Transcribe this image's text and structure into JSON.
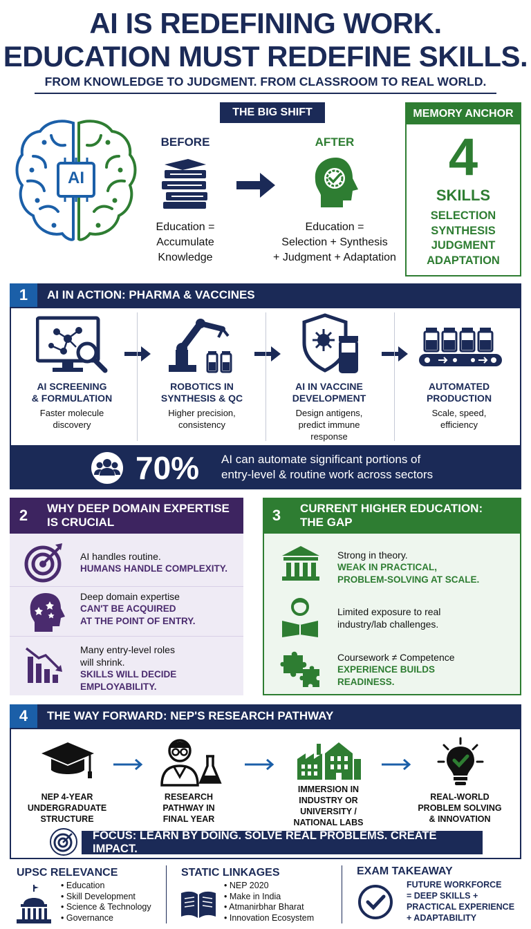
{
  "header": {
    "title_line1": "AI IS REDEFINING WORK.",
    "title_line2": "EDUCATION MUST REDEFINE SKILLS.",
    "subtitle": "FROM KNOWLEDGE TO JUDGMENT. FROM CLASSROOM TO REAL WORLD."
  },
  "big_shift": {
    "label": "THE BIG SHIFT",
    "brain_label": "AI",
    "before": {
      "heading": "BEFORE",
      "text_lines": [
        "Education =",
        "Accumulate",
        "Knowledge"
      ]
    },
    "after": {
      "heading": "AFTER",
      "text_lines": [
        "Education =",
        "Selection + Synthesis",
        "+ Judgment + Adaptation"
      ]
    }
  },
  "memory_anchor": {
    "label": "MEMORY ANCHOR",
    "number": "4",
    "skills_label": "SKILLS",
    "items": [
      "SELECTION",
      "SYNTHESIS",
      "JUDGMENT",
      "ADAPTATION"
    ]
  },
  "section1": {
    "number": "1",
    "title": "AI IN ACTION: PHARMA & VACCINES",
    "steps": [
      {
        "title_lines": [
          "AI SCREENING",
          "& FORMULATION"
        ],
        "desc_lines": [
          "Faster molecule",
          "discovery"
        ]
      },
      {
        "title_lines": [
          "ROBOTICS IN",
          "SYNTHESIS & QC"
        ],
        "desc_lines": [
          "Higher precision,",
          "consistency"
        ]
      },
      {
        "title_lines": [
          "AI IN VACCINE",
          "DEVELOPMENT"
        ],
        "desc_lines": [
          "Design antigens,",
          "predict immune",
          "response"
        ]
      },
      {
        "title_lines": [
          "AUTOMATED",
          "PRODUCTION"
        ],
        "desc_lines": [
          "Scale, speed,",
          "efficiency"
        ]
      }
    ],
    "stat": {
      "value": "70%",
      "text_lines": [
        "AI can automate significant portions of",
        "entry-level & routine work across sectors"
      ]
    }
  },
  "section2": {
    "number": "2",
    "title_lines": [
      "WHY DEEP DOMAIN EXPERTISE",
      "IS CRUCIAL"
    ],
    "items": [
      {
        "text": "AI handles routine.",
        "emphasis": [
          "HUMANS HANDLE COMPLEXITY."
        ]
      },
      {
        "text": "Deep domain expertise",
        "emphasis": [
          "CAN'T BE ACQUIRED",
          "AT THE POINT OF ENTRY."
        ]
      },
      {
        "text_lines": [
          "Many entry-level roles",
          "will shrink."
        ],
        "emphasis": [
          "SKILLS WILL DECIDE",
          "EMPLOYABILITY."
        ]
      }
    ]
  },
  "section3": {
    "number": "3",
    "title_lines": [
      "CURRENT HIGHER EDUCATION:",
      "THE GAP"
    ],
    "items": [
      {
        "text": "Strong in theory.",
        "emphasis": [
          "WEAK IN PRACTICAL,",
          "PROBLEM-SOLVING AT SCALE."
        ]
      },
      {
        "text_lines": [
          "Limited exposure to real",
          "industry/lab challenges."
        ]
      },
      {
        "text": "Coursework ≠ Competence",
        "emphasis": [
          "EXPERIENCE BUILDS",
          "READINESS."
        ]
      }
    ]
  },
  "section4": {
    "number": "4",
    "title": "THE WAY FORWARD: NEP'S RESEARCH PATHWAY",
    "steps": [
      {
        "label_lines": [
          "NEP 4-YEAR",
          "UNDERGRADUATE",
          "STRUCTURE"
        ]
      },
      {
        "label_lines": [
          "RESEARCH",
          "PATHWAY IN",
          "FINAL YEAR"
        ]
      },
      {
        "label_lines": [
          "IMMERSION IN",
          "INDUSTRY OR",
          "UNIVERSITY /",
          "NATIONAL LABS"
        ]
      },
      {
        "label_lines": [
          "REAL-WORLD",
          "PROBLEM SOLVING",
          "& INNOVATION"
        ]
      }
    ],
    "focus": "FOCUS: LEARN BY DOING. SOLVE REAL PROBLEMS. CREATE IMPACT."
  },
  "footer": {
    "upsc": {
      "heading": "UPSC RELEVANCE",
      "items": [
        "Education",
        "Skill Development",
        "Science & Technology",
        "Governance"
      ]
    },
    "static": {
      "heading": "STATIC LINKAGES",
      "items": [
        "NEP 2020",
        "Make in India",
        "Atmanirbhar Bharat",
        "Innovation Ecosystem"
      ]
    },
    "exam": {
      "heading": "EXAM TAKEAWAY",
      "lines": [
        "FUTURE WORKFORCE",
        "= DEEP SKILLS +",
        "PRACTICAL EXPERIENCE",
        "+ ADAPTABILITY"
      ]
    }
  },
  "colors": {
    "navy": "#1b2a57",
    "green": "#2e7d32",
    "purple": "#4a2b6e",
    "light_purple": "#efebf5",
    "light_green": "#eef6ee"
  }
}
